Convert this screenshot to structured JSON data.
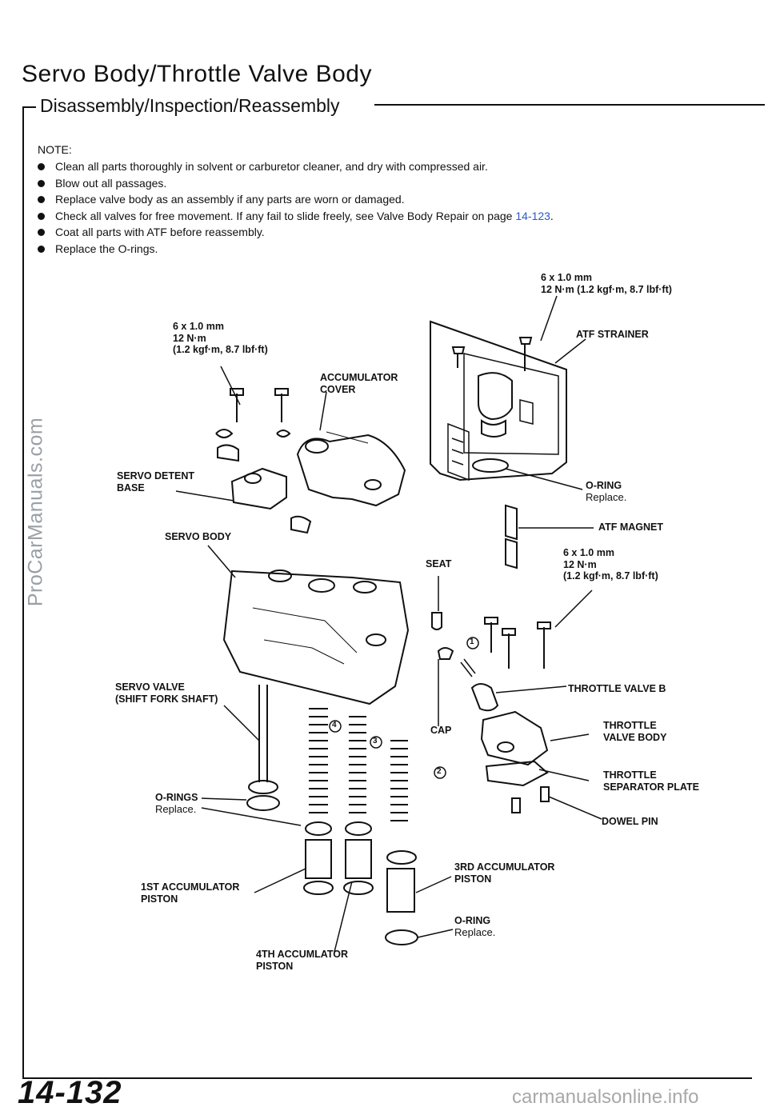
{
  "header": {
    "title": "Servo Body/Throttle Valve Body",
    "subtitle": "Disassembly/Inspection/Reassembly"
  },
  "notes": {
    "label": "NOTE:",
    "items": [
      "Clean all parts thoroughly in solvent or carburetor cleaner, and dry with compressed air.",
      "Blow out all passages.",
      "Replace valve body as an assembly if any parts are worn or damaged.",
      "Check all valves for free movement. If any fail to slide freely, see Valve Body Repair on page ",
      "Coat all parts with ATF before reassembly.",
      "Replace the O-rings."
    ],
    "link_text": "14-123",
    "link_suffix": "."
  },
  "diagram": {
    "torque_top_right": [
      "6 x 1.0 mm",
      "12 N·m (1.2 kgf·m, 8.7 lbf·ft)"
    ],
    "torque_left": [
      "6 x 1.0 mm",
      "12 N·m",
      "(1.2 kgf·m, 8.7 lbf·ft)"
    ],
    "torque_mid_right": [
      "6 x 1.0 mm",
      "12 N·m",
      "(1.2 kgf·m, 8.7 lbf·ft)"
    ],
    "atf_strainer": "ATF STRAINER",
    "accumulator_cover": [
      "ACCUMULATOR",
      "COVER"
    ],
    "servo_detent_base": [
      "SERVO DETENT",
      "BASE"
    ],
    "o_ring_top": "O-RING",
    "o_ring_top_note": "Replace.",
    "atf_magnet": "ATF MAGNET",
    "servo_body": "SERVO BODY",
    "seat": "SEAT",
    "servo_valve": [
      "SERVO VALVE",
      "(SHIFT FORK SHAFT)"
    ],
    "throttle_valve_b": "THROTTLE VALVE B",
    "throttle_valve_body": [
      "THROTTLE",
      "VALVE BODY"
    ],
    "cap": "CAP",
    "throttle_separator_plate": [
      "THROTTLE",
      "SEPARATOR PLATE"
    ],
    "o_rings": "O-RINGS",
    "o_rings_note": "Replace.",
    "dowel_pin": "DOWEL PIN",
    "third_accumulator_piston": [
      "3RD ACCUMULATOR",
      "PISTON"
    ],
    "first_accumulator_piston": [
      "1ST ACCUMULATOR",
      "PISTON"
    ],
    "o_ring_bottom": "O-RING",
    "o_ring_bottom_note": "Replace.",
    "fourth_accumulator_piston": [
      "4TH ACCUMLATOR",
      "PISTON"
    ],
    "callouts": [
      "1",
      "2",
      "3",
      "4"
    ]
  },
  "footer": {
    "page_number": "14-132",
    "watermark_side": "ProCarManuals.com",
    "watermark_bottom": "carmanualsonline.info"
  }
}
